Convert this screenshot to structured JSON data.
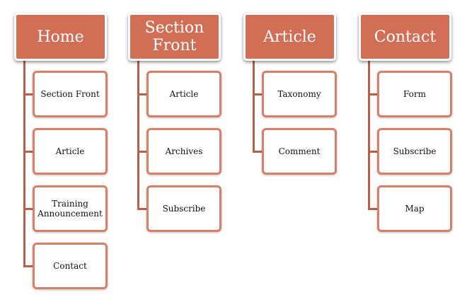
{
  "colors": {
    "header_fill": "#d26e55",
    "header_text": "#ffffff",
    "item_border": "#d6806a",
    "connector": "#b9604a"
  },
  "columns": [
    {
      "title": "Home",
      "items": [
        "Section Front",
        "Article",
        "Training Announcement",
        "Contact"
      ]
    },
    {
      "title": "Section Front",
      "items": [
        "Article",
        "Archives",
        "Subscribe"
      ]
    },
    {
      "title": "Article",
      "items": [
        "Taxonomy",
        "Comment"
      ]
    },
    {
      "title": "Contact",
      "items": [
        "Form",
        "Subscribe",
        "Map"
      ]
    }
  ]
}
